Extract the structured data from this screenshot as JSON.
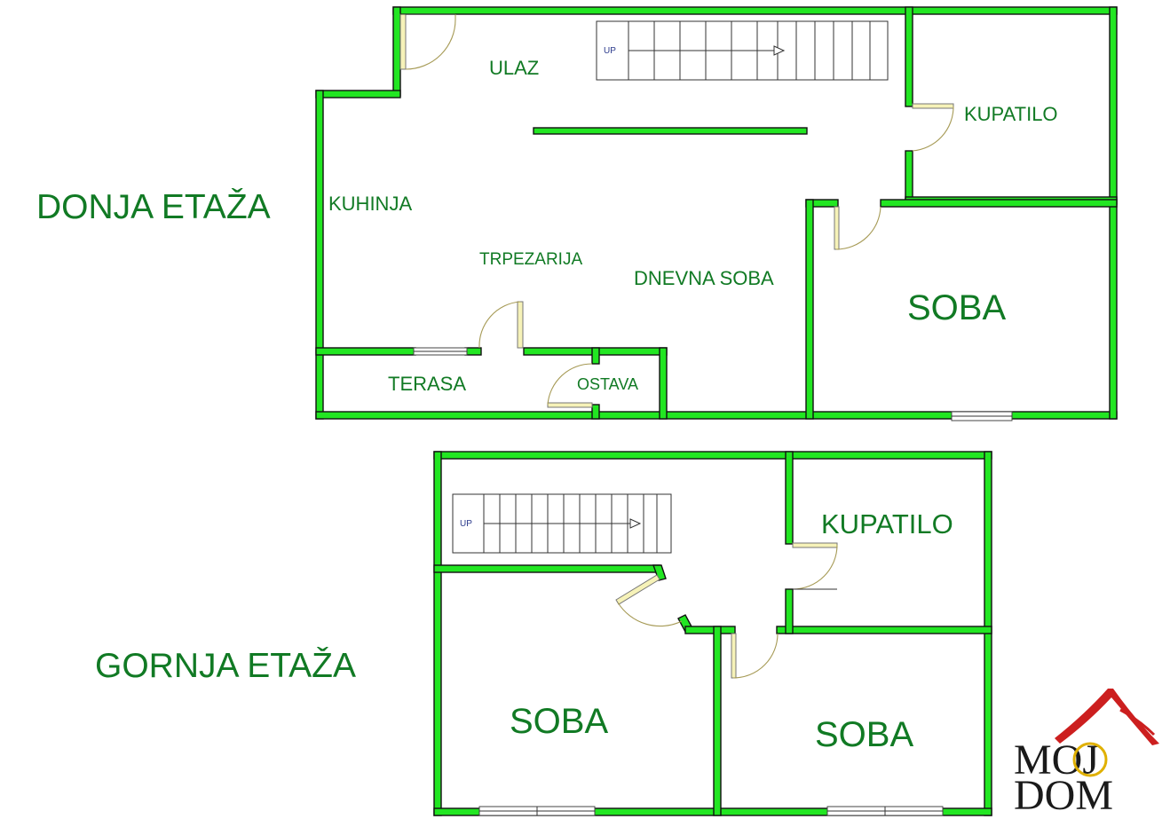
{
  "floors": {
    "lower": {
      "title": "DONJA ETAŽA"
    },
    "upper": {
      "title": "GORNJA ETAŽA"
    }
  },
  "rooms": {
    "lower": {
      "ulaz": "ULAZ",
      "kupatilo": "KUPATILO",
      "kuhinja": "KUHINJA",
      "trpezarija": "TRPEZARIJA",
      "dnevna_soba": "DNEVNA SOBA",
      "soba": "SOBA",
      "terasa": "TERASA",
      "ostava": "OSTAVA"
    },
    "upper": {
      "kupatilo": "KUPATILO",
      "soba_left": "SOBA",
      "soba_right": "SOBA"
    }
  },
  "stairs": {
    "lower_label": "UP",
    "upper_label": "UP"
  },
  "logo": {
    "line1": "MOJ",
    "line2": "DOM",
    "colors": {
      "roof": "#cc1f1f",
      "o_ring": "#e0b000",
      "text": "#1a1a1a"
    }
  },
  "colors": {
    "wall": "#22e622",
    "label_text": "#117a24",
    "door": "#f6f2b8"
  }
}
